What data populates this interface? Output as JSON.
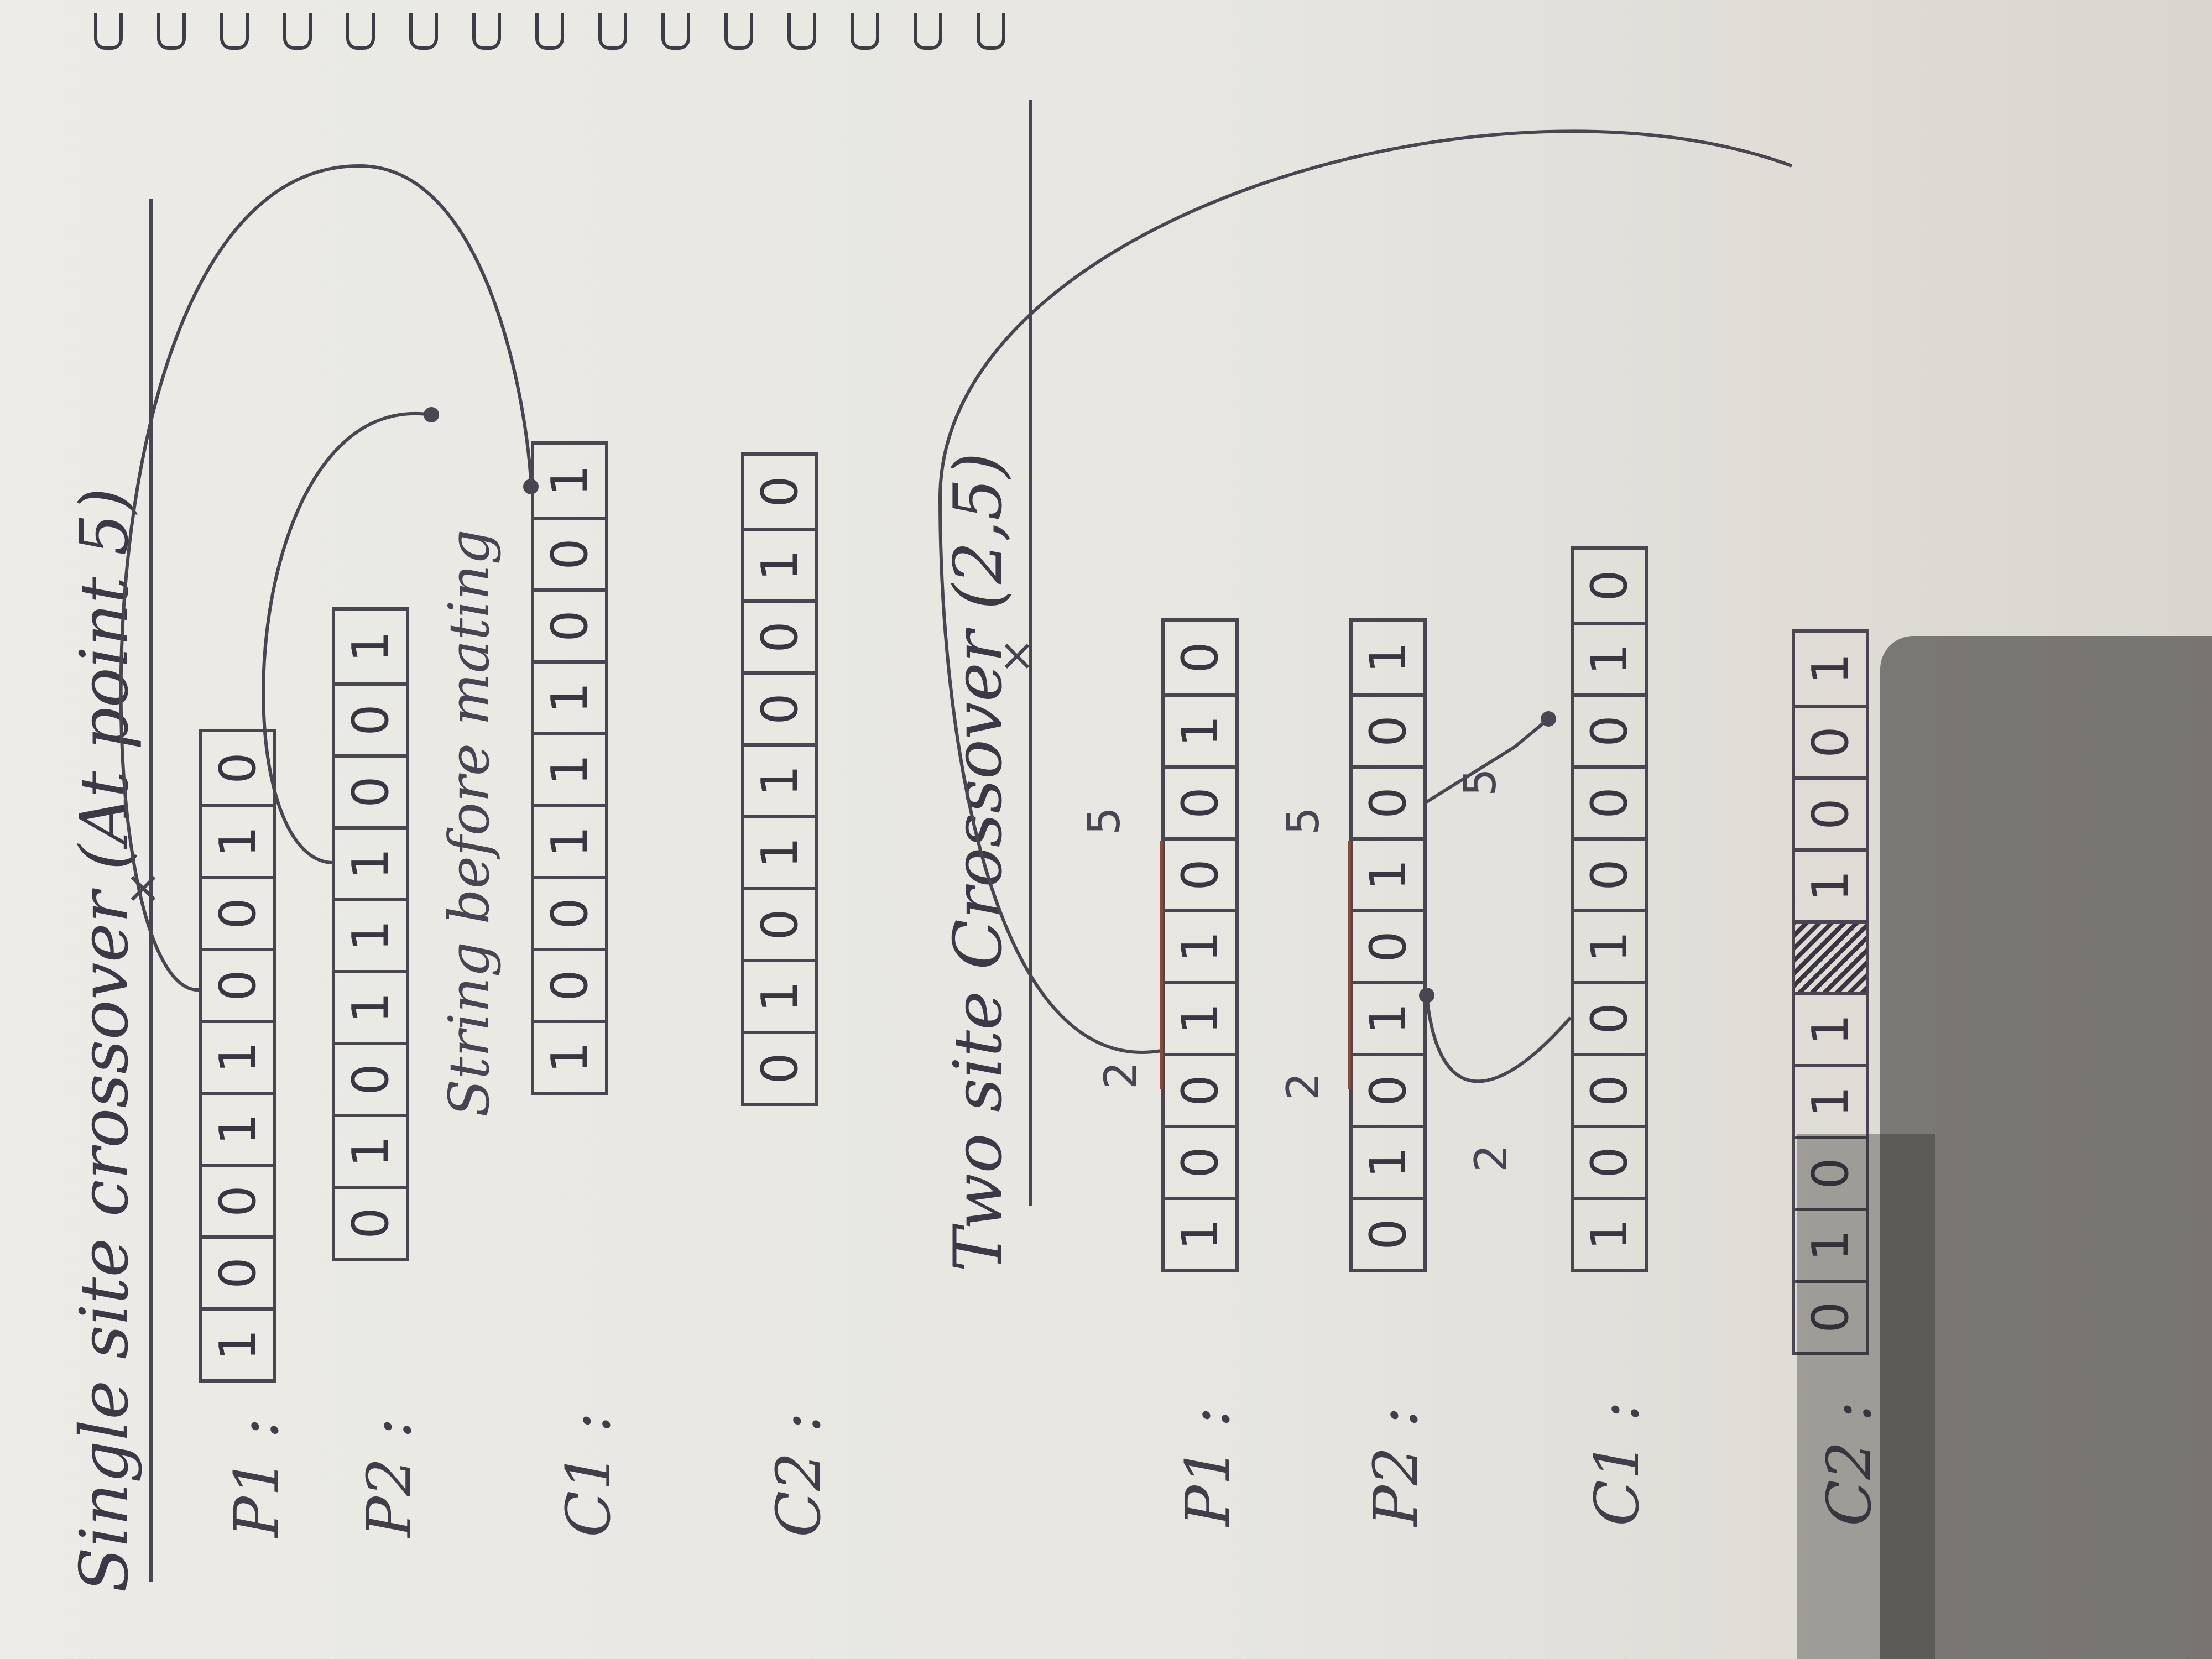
{
  "single": {
    "title": "Single site crossover (At point 5)",
    "note": "String before mating",
    "rows": [
      {
        "label": "P1 :",
        "bits": [
          "1",
          "0",
          "0",
          "1",
          "1",
          "0",
          "0",
          "1",
          "0"
        ]
      },
      {
        "label": "P2 :",
        "bits": [
          "0",
          "1",
          "0",
          "1",
          "1",
          "1",
          "0",
          "0",
          "1"
        ]
      },
      {
        "label": "C1 :",
        "bits": [
          "1",
          "0",
          "0",
          "1",
          "1",
          "1",
          "0",
          "0",
          "1"
        ]
      },
      {
        "label": "C2 :",
        "bits": [
          "0",
          "1",
          "0",
          "1",
          "1",
          "0",
          "0",
          "1",
          "0"
        ]
      }
    ],
    "cross_mark": "×"
  },
  "two": {
    "title": "Two site Crossover (2,5)",
    "rows": [
      {
        "label": "P1 :",
        "bits": [
          "1",
          "0",
          "0",
          "1",
          "1",
          "0",
          "0",
          "1",
          "0"
        ]
      },
      {
        "label": "P2 :",
        "bits": [
          "0",
          "1",
          "0",
          "1",
          "0",
          "1",
          "0",
          "0",
          "1"
        ]
      },
      {
        "label": "C1 :",
        "bits": [
          "1",
          "0",
          "0",
          "0",
          "1",
          "0",
          "0",
          "0",
          "1",
          "0"
        ]
      },
      {
        "label": "C2 :",
        "bits": [
          "0",
          "1",
          "0",
          "1",
          "1",
          "",
          "1",
          "0",
          "0",
          "1"
        ]
      }
    ],
    "ticks": {
      "a": "2",
      "b": "5"
    },
    "cross_mark": "×"
  }
}
